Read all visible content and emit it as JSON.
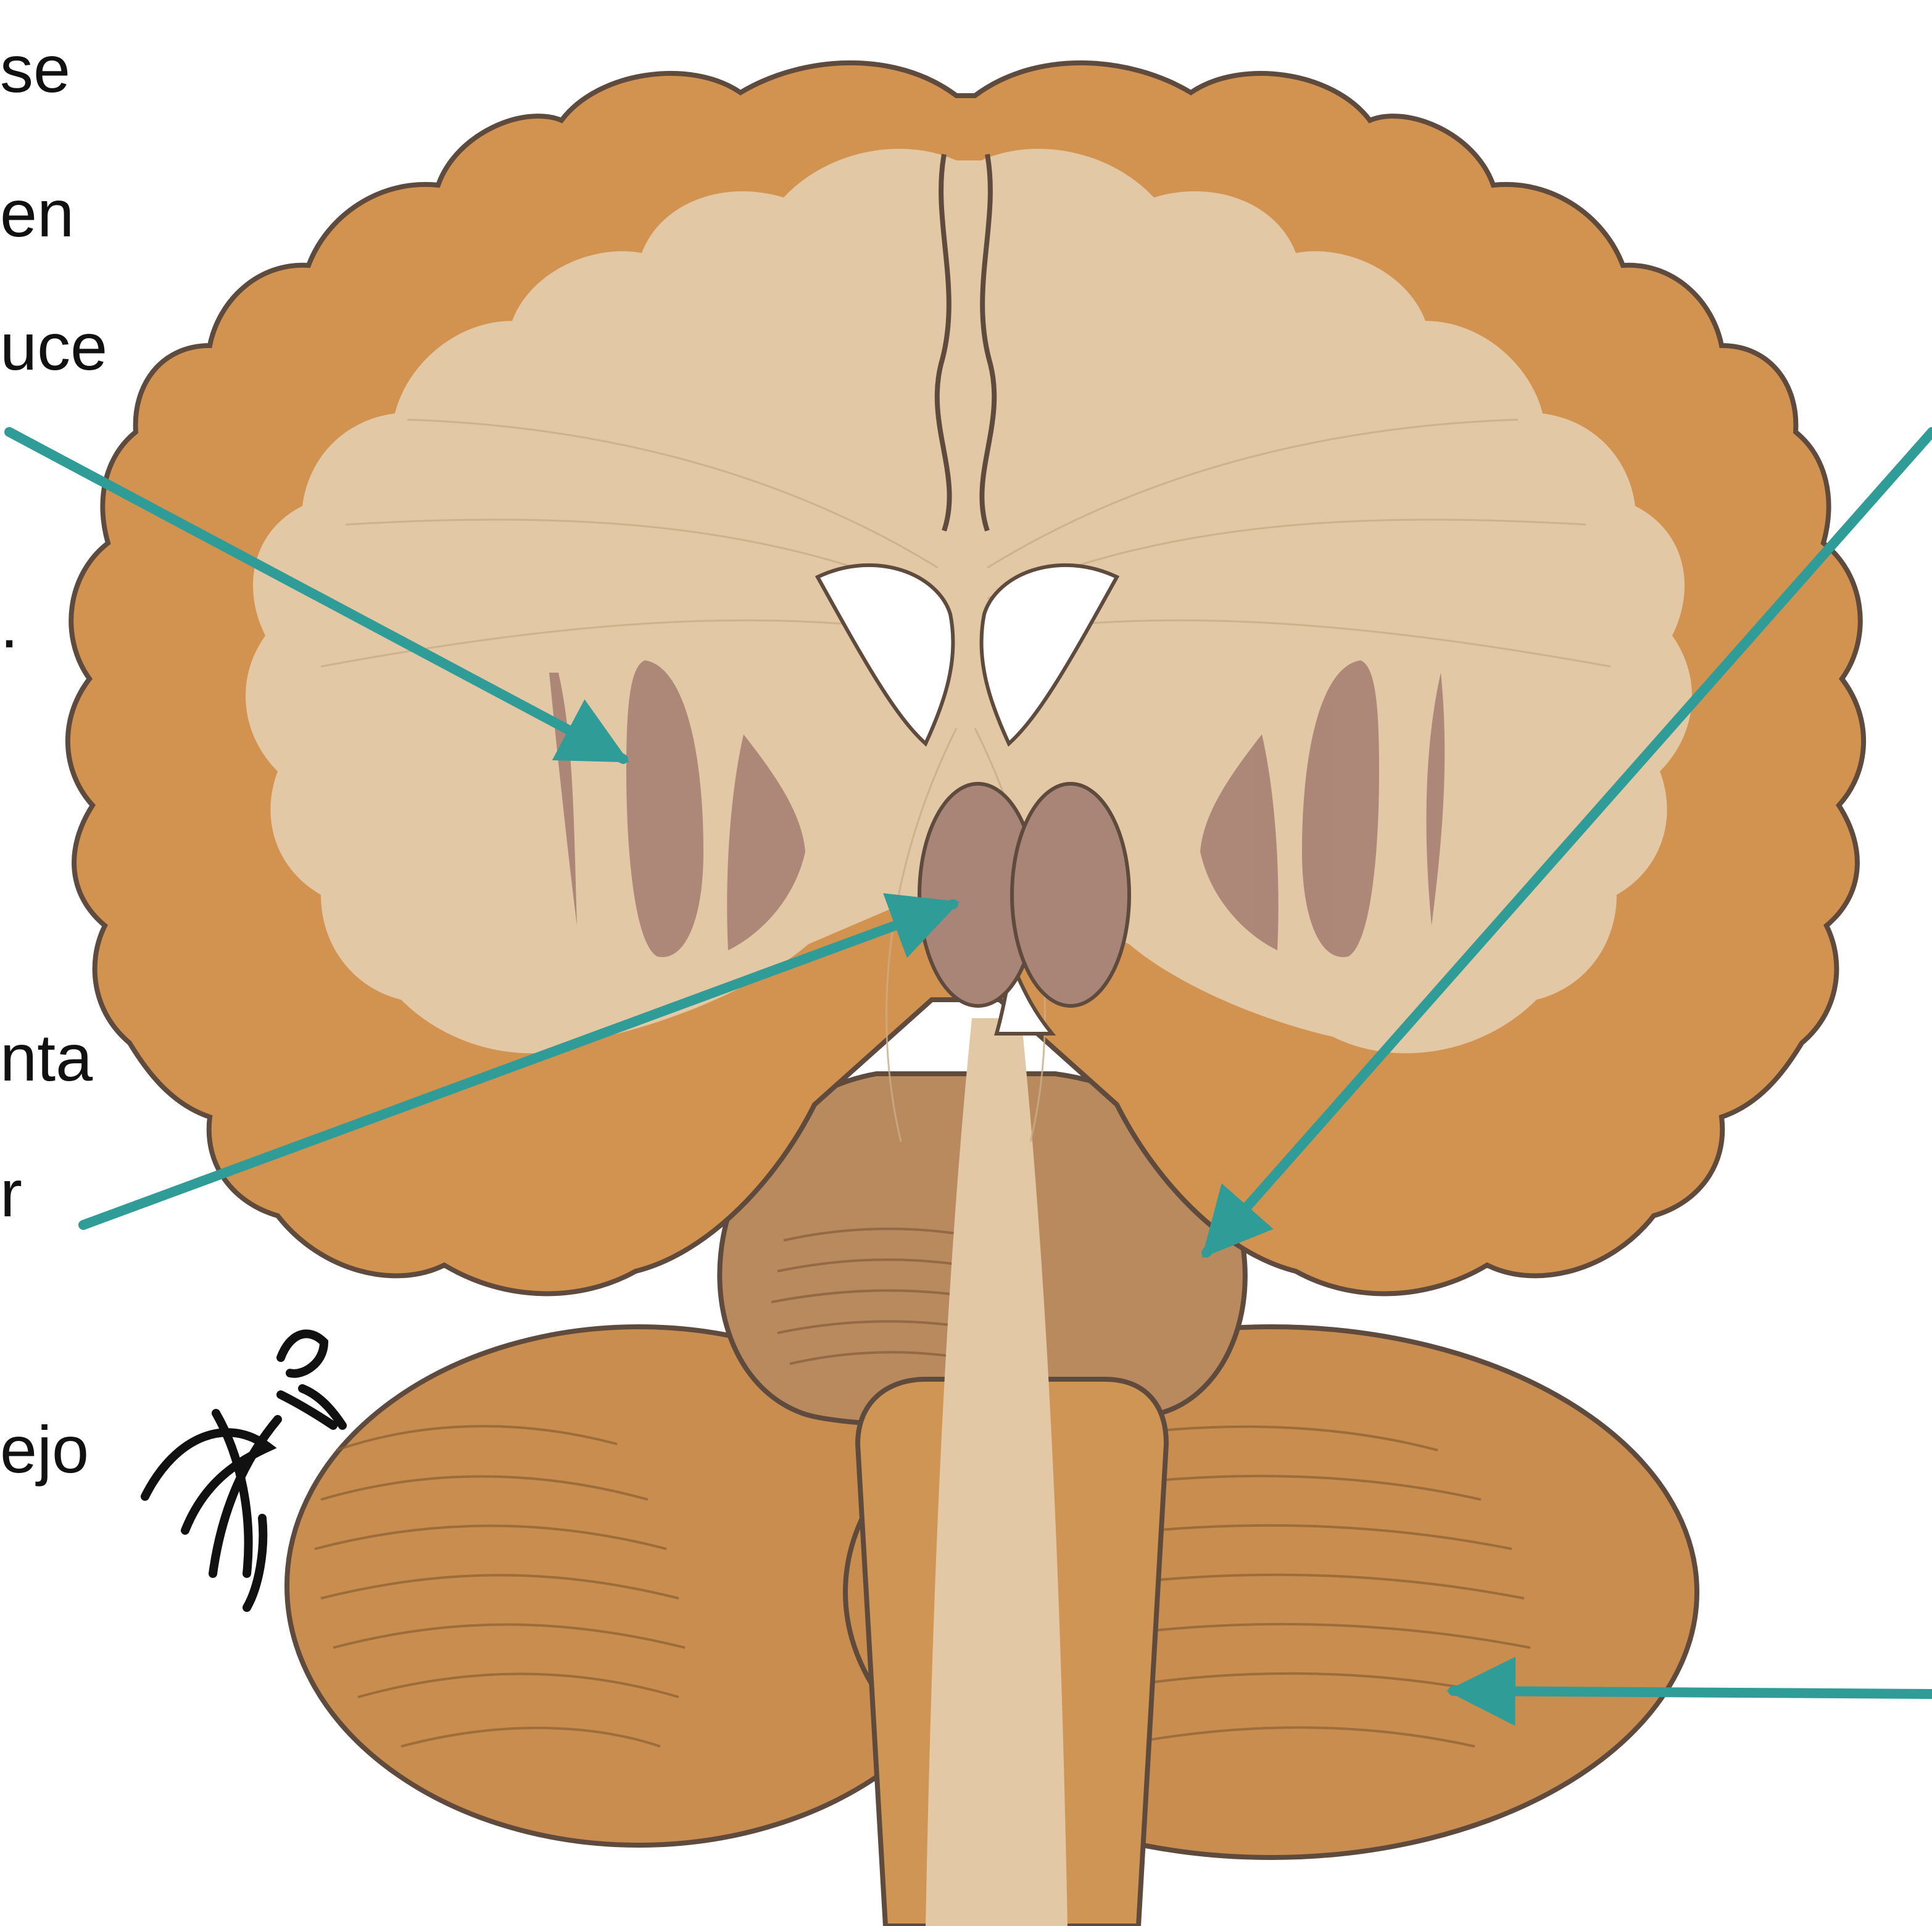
{
  "left_text_fragments": [
    "se",
    "en",
    "uce",
    ".",
    "nta",
    "r",
    "ejo"
  ],
  "watermark": {
    "signature": "Adriana",
    "letters": [
      "X",
      "Q",
      "Z"
    ]
  },
  "colors": {
    "cortex_gray_matter": "#d39350",
    "white_matter": "#e3c8a5",
    "basal_nuclei": "#a88275",
    "thalamus": "#a98578",
    "brainstem_and_cerebellum": "#c88d4f",
    "arrow": "#2f9c97",
    "outline": "#5f4a3e"
  }
}
